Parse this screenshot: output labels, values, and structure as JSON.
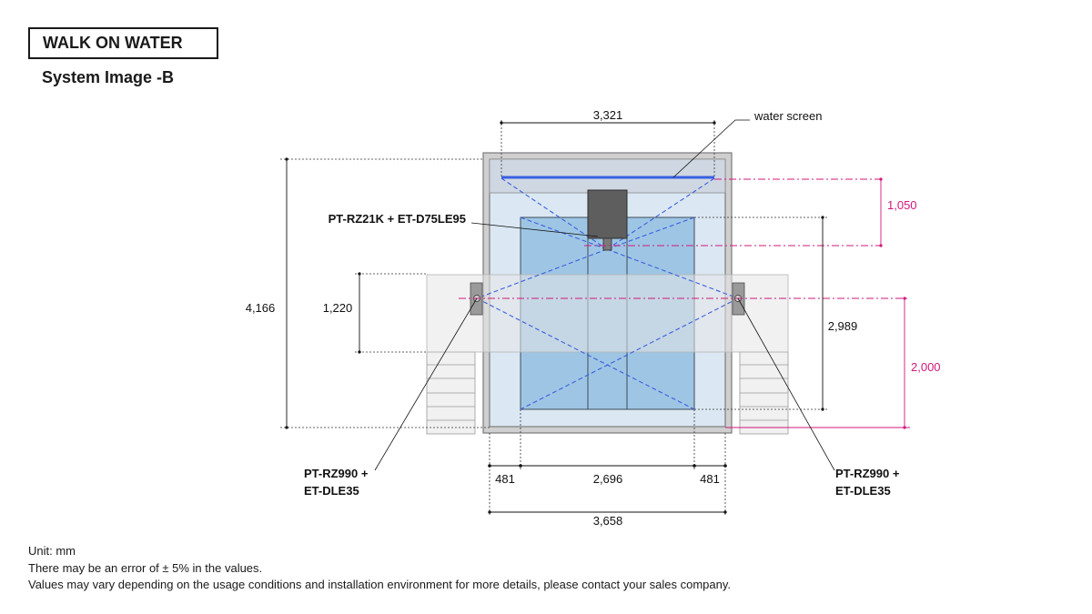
{
  "header": {
    "title": "WALK ON WATER",
    "subtitle": "System Image -B"
  },
  "diagram": {
    "labels": {
      "water_screen": "water screen",
      "center_projector": "PT-RZ21K + ET-D75LE95",
      "left_projector_line1": "PT-RZ990 +",
      "left_projector_line2": "ET-DLE35",
      "right_projector_line1": "PT-RZ990 +",
      "right_projector_line2": "ET-DLE35"
    },
    "dimensions": {
      "top_width": "3,321",
      "total_height": "4,166",
      "side_projector_height": "1,220",
      "inner_height": "2,989",
      "screen_offset": "1,050",
      "side_projector_offset": "2,000",
      "left_margin": "481",
      "center_width": "2,696",
      "right_margin": "481",
      "total_width": "3,658"
    },
    "colors": {
      "projection_line": "#3a5fe0",
      "highlight_dimension": "#d1187a",
      "floor_fill": "#9ec6e4",
      "room_fill": "#dbe8f3",
      "frame": "#7a7a7a"
    }
  },
  "notes": {
    "unit": "Unit: mm",
    "error": "There may be an error of ± 5% in the values.",
    "disclaimer": "Values may vary depending on the usage conditions and installation environment for more details, please contact your sales company."
  }
}
